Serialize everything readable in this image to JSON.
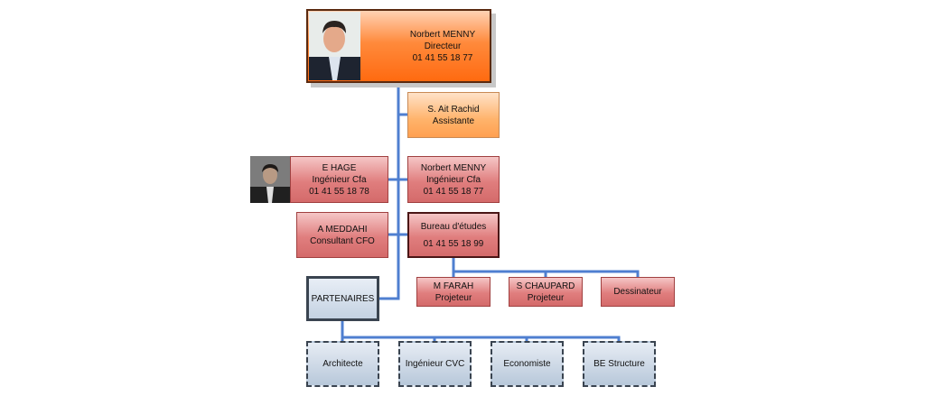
{
  "director": {
    "name": "Norbert MENNY",
    "role": "Directeur",
    "phone": "01 41 55 18 77"
  },
  "assistant": {
    "name": "S. Ait Rachid",
    "role": "Assistante"
  },
  "hage": {
    "name": "E HAGE",
    "role": "Ingénieur Cfa",
    "phone": "01 41 55 18 78"
  },
  "menny2": {
    "name": "Norbert MENNY",
    "role": "Ingénieur Cfa",
    "phone": "01 41 55 18 77"
  },
  "meddahi": {
    "name": "A MEDDAHI",
    "role": "Consultant CFO"
  },
  "bureau": {
    "name": "Bureau d'études",
    "phone": "01 41 55 18 99"
  },
  "farah": {
    "name": "M FARAH",
    "role": "Projeteur"
  },
  "chaupard": {
    "name": "S CHAUPARD",
    "role": "Projeteur"
  },
  "dessinateur": {
    "name": "Dessinateur"
  },
  "partenaires": {
    "name": "PARTENAIRES"
  },
  "partners": [
    "Architecte",
    "Ingénieur CVC",
    "Economiste",
    "BE Structure"
  ],
  "colors": {
    "connector": "#4f7fd0",
    "orange": "#ff6a10",
    "red": "#d46a6a",
    "blue": "#c4d2e2"
  }
}
